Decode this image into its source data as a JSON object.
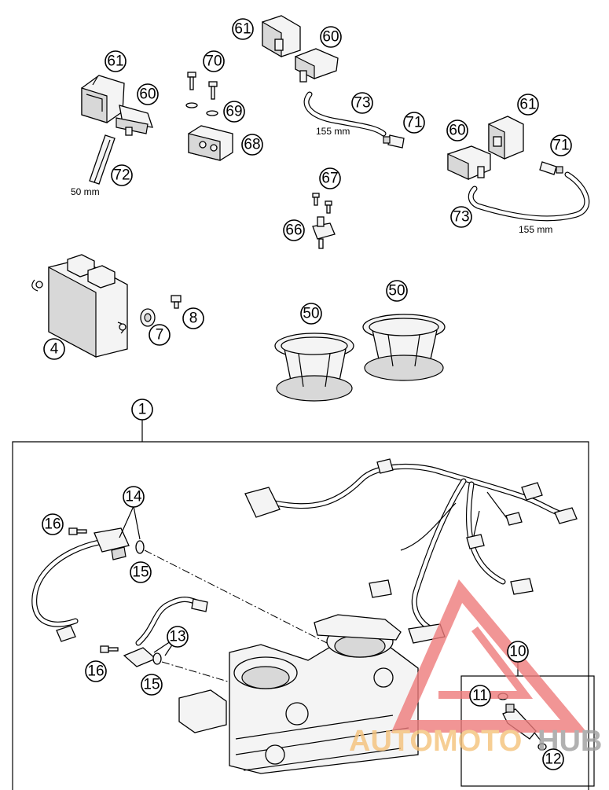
{
  "diagram": {
    "callouts": [
      {
        "id": "c61a",
        "label": "61"
      },
      {
        "id": "c60a",
        "label": "60"
      },
      {
        "id": "c72",
        "label": "72"
      },
      {
        "id": "c70",
        "label": "70"
      },
      {
        "id": "c69",
        "label": "69"
      },
      {
        "id": "c68",
        "label": "68"
      },
      {
        "id": "c61b",
        "label": "61"
      },
      {
        "id": "c60b",
        "label": "60"
      },
      {
        "id": "c73a",
        "label": "73"
      },
      {
        "id": "c71a",
        "label": "71"
      },
      {
        "id": "c61c",
        "label": "61"
      },
      {
        "id": "c60c",
        "label": "60"
      },
      {
        "id": "c71b",
        "label": "71"
      },
      {
        "id": "c73b",
        "label": "73"
      },
      {
        "id": "c67",
        "label": "67"
      },
      {
        "id": "c66",
        "label": "66"
      },
      {
        "id": "c4",
        "label": "4"
      },
      {
        "id": "c7",
        "label": "7"
      },
      {
        "id": "c8",
        "label": "8"
      },
      {
        "id": "c50a",
        "label": "50"
      },
      {
        "id": "c50b",
        "label": "50"
      },
      {
        "id": "c1",
        "label": "1"
      },
      {
        "id": "c14",
        "label": "14"
      },
      {
        "id": "c16a",
        "label": "16"
      },
      {
        "id": "c15a",
        "label": "15"
      },
      {
        "id": "c13",
        "label": "13"
      },
      {
        "id": "c16b",
        "label": "16"
      },
      {
        "id": "c15b",
        "label": "15"
      },
      {
        "id": "c10",
        "label": "10"
      },
      {
        "id": "c11",
        "label": "11"
      },
      {
        "id": "c12",
        "label": "12"
      }
    ],
    "dimensions": {
      "hose_72": "50 mm",
      "hose_73_upper": "155 mm",
      "hose_73_right": "155 mm"
    }
  },
  "watermark": {
    "text_a": "AUTOMOTO",
    "text_b": "HUB",
    "color_a": "#f5c27a",
    "color_b": "#9e9e9e",
    "triangle_color": "#ee7b7b"
  }
}
